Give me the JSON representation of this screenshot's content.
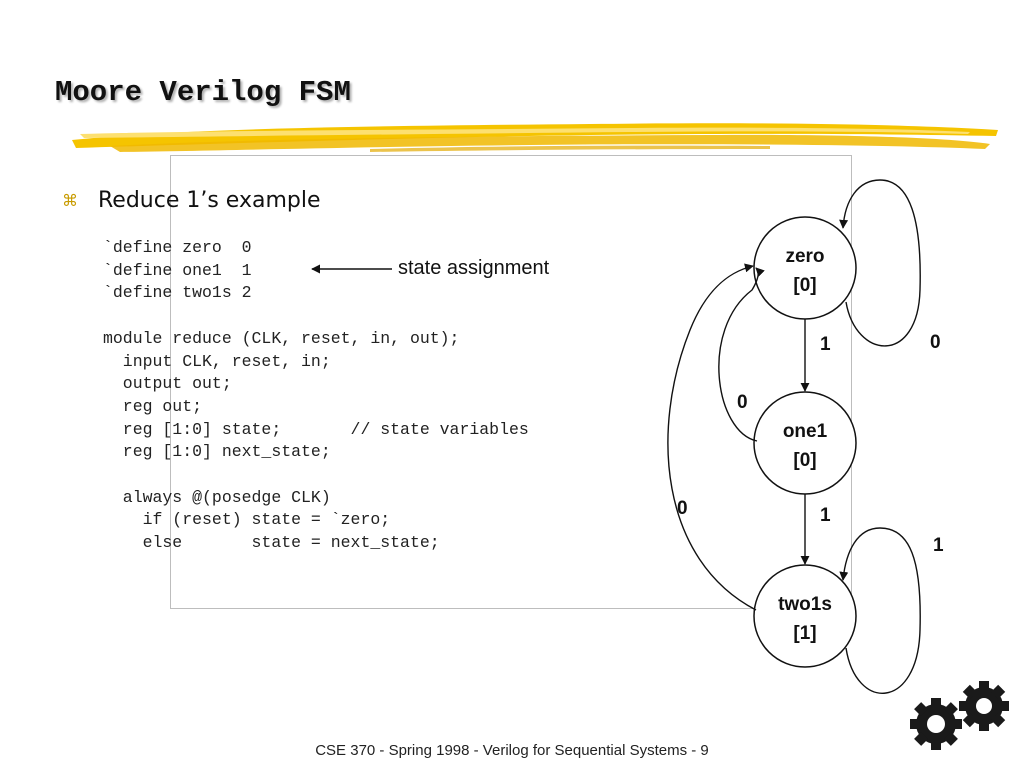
{
  "slide": {
    "title": "Moore Verilog FSM",
    "bullet": {
      "icon": "command-key-icon",
      "text": "Reduce 1’s example"
    },
    "code_lines": [
      "`define zero  0",
      "`define one1  1",
      "`define two1s 2",
      "",
      "module reduce (CLK, reset, in, out);",
      "  input CLK, reset, in;",
      "  output out;",
      "  reg out;",
      "  reg [1:0] state;       // state variables",
      "  reg [1:0] next_state;",
      "",
      "  always @(posedge CLK)",
      "    if (reset) state = `zero;",
      "    else       state = next_state;"
    ],
    "annotation": "state assignment",
    "footer": "CSE 370 - Spring 1998 - Verilog for Sequential Systems - 9",
    "accent_color": "#f2c200"
  },
  "fsm": {
    "states": [
      {
        "name": "zero",
        "output": "[0]"
      },
      {
        "name": "one1",
        "output": "[0]"
      },
      {
        "name": "two1s",
        "output": "[1]"
      }
    ],
    "transitions": [
      {
        "from": "zero",
        "to": "zero",
        "input": "0"
      },
      {
        "from": "zero",
        "to": "one1",
        "input": "1"
      },
      {
        "from": "one1",
        "to": "zero",
        "input": "0"
      },
      {
        "from": "one1",
        "to": "two1s",
        "input": "1"
      },
      {
        "from": "two1s",
        "to": "zero",
        "input": "0"
      },
      {
        "from": "two1s",
        "to": "two1s",
        "input": "1"
      }
    ]
  },
  "decorations": {
    "gears_icon": "gears-icon"
  }
}
